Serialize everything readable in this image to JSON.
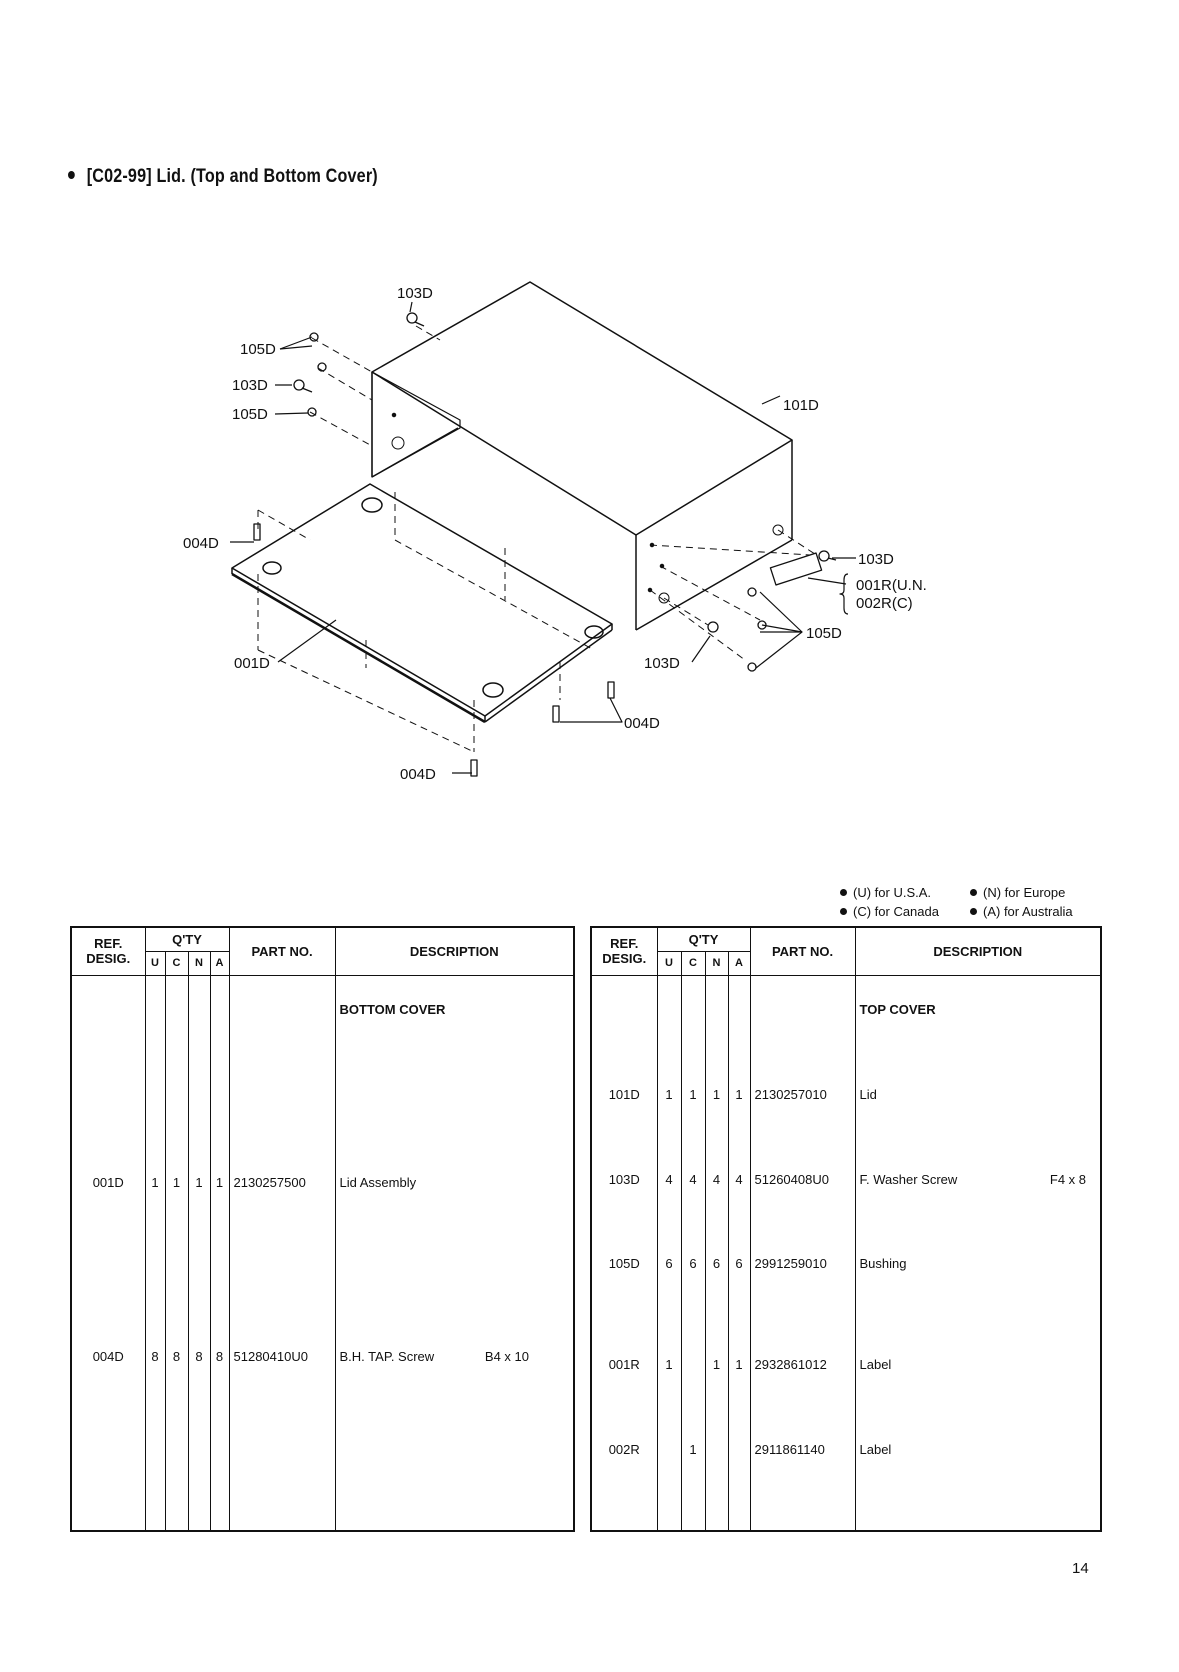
{
  "title": "[C02-99]  Lid. (Top and Bottom Cover)",
  "diagram_labels": {
    "l103d_top": "103D",
    "l105d_a": "105D",
    "l103d_left": "103D",
    "l105d_b": "105D",
    "l101d": "101D",
    "l004d_left": "004D",
    "l103d_right": "103D",
    "l001r": "001R(U.N.",
    "l002r": "002R(C)",
    "l105d_right": "105D",
    "l103d_front": "103D",
    "l001d": "001D",
    "l004d_front": "004D",
    "l004d_bottom": "004D"
  },
  "legend": {
    "u": "(U) for U.S.A.",
    "n": "(N) for Europe",
    "c": "(C) for Canada",
    "a": "(A) for Australia"
  },
  "table_headers": {
    "ref": "REF.",
    "desig": "DESIG.",
    "qty": "Q'TY",
    "u": "U",
    "c": "C",
    "n": "N",
    "a": "A",
    "part_no": "PART NO.",
    "description": "DESCRIPTION"
  },
  "left_table": {
    "section": "BOTTOM COVER",
    "rows": [
      {
        "ref": "001D",
        "u": "1",
        "c": "1",
        "n": "1",
        "a": "1",
        "part": "2130257500",
        "desc": "Lid Assembly",
        "spec": ""
      },
      {
        "ref": "004D",
        "u": "8",
        "c": "8",
        "n": "8",
        "a": "8",
        "part": "51280410U0",
        "desc": "B.H. TAP. Screw",
        "spec": "B4 x 10"
      }
    ]
  },
  "right_table": {
    "section": "TOP COVER",
    "rows": [
      {
        "ref": "101D",
        "u": "1",
        "c": "1",
        "n": "1",
        "a": "1",
        "part": "2130257010",
        "desc": "Lid",
        "spec": ""
      },
      {
        "ref": "103D",
        "u": "4",
        "c": "4",
        "n": "4",
        "a": "4",
        "part": "51260408U0",
        "desc": "F. Washer Screw",
        "spec": "F4 x 8"
      },
      {
        "ref": "105D",
        "u": "6",
        "c": "6",
        "n": "6",
        "a": "6",
        "part": "2991259010",
        "desc": "Bushing",
        "spec": ""
      },
      {
        "ref": "001R",
        "u": "1",
        "c": "",
        "n": "1",
        "a": "1",
        "part": "2932861012",
        "desc": "Label",
        "spec": ""
      },
      {
        "ref": "002R",
        "u": "",
        "c": "1",
        "n": "",
        "a": "",
        "part": "2911861140",
        "desc": "Label",
        "spec": ""
      }
    ]
  },
  "page_number": "14"
}
